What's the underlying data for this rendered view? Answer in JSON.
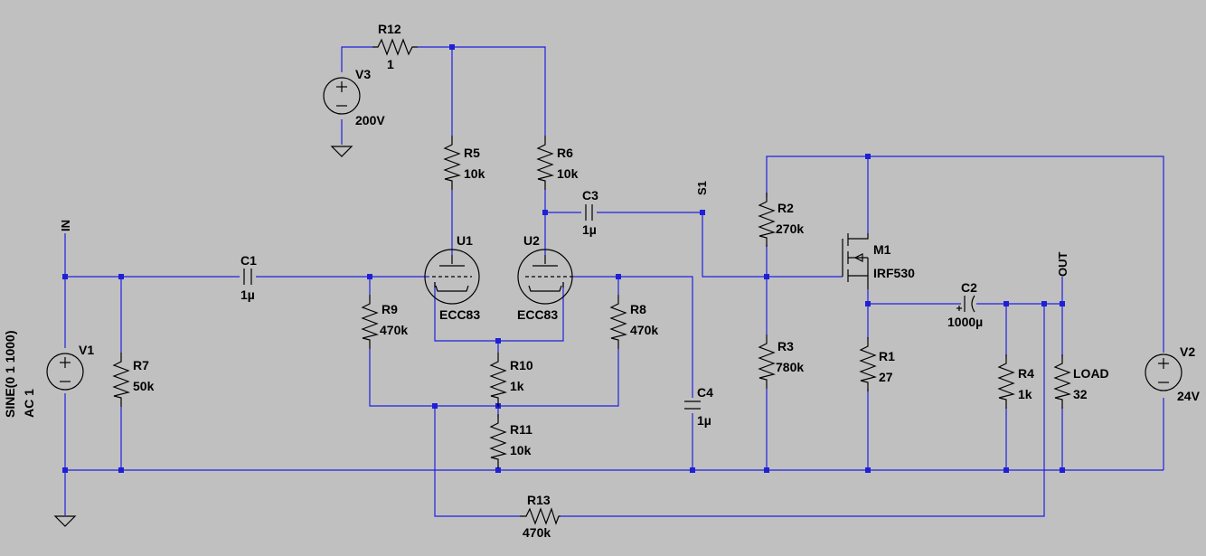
{
  "schematic": {
    "colors": {
      "background": "#c0c0c0",
      "wire": "#2020e0",
      "component": "#000000",
      "junction": "#1f1fd8"
    },
    "components": {
      "R12": {
        "name": "R12",
        "value": "1"
      },
      "V3": {
        "name": "V3",
        "value": "200V"
      },
      "R5": {
        "name": "R5",
        "value": "10k"
      },
      "R6": {
        "name": "R6",
        "value": "10k"
      },
      "C3": {
        "name": "C3",
        "value": "1µ"
      },
      "U1": {
        "name": "U1",
        "value": "ECC83"
      },
      "U2": {
        "name": "U2",
        "value": "ECC83"
      },
      "C1": {
        "name": "C1",
        "value": "1µ"
      },
      "R9": {
        "name": "R9",
        "value": "470k"
      },
      "R8": {
        "name": "R8",
        "value": "470k"
      },
      "R10": {
        "name": "R10",
        "value": "1k"
      },
      "R11": {
        "name": "R11",
        "value": "10k"
      },
      "C4": {
        "name": "C4",
        "value": "1µ"
      },
      "V1": {
        "name": "V1",
        "spec1": "SINE(0 1 1000)",
        "spec2": "AC 1"
      },
      "R7": {
        "name": "R7",
        "value": "50k"
      },
      "R2": {
        "name": "R2",
        "value": "270k"
      },
      "R3": {
        "name": "R3",
        "value": "780k"
      },
      "M1": {
        "name": "M1",
        "value": "IRF530"
      },
      "R1": {
        "name": "R1",
        "value": "27"
      },
      "C2": {
        "name": "C2",
        "value": "1000µ"
      },
      "R4": {
        "name": "R4",
        "value": "1k"
      },
      "LOAD": {
        "name": "LOAD",
        "value": "32"
      },
      "V2": {
        "name": "V2",
        "value": "24V"
      },
      "R13": {
        "name": "R13",
        "value": "470k"
      }
    },
    "net_labels": {
      "in": "IN",
      "s1": "S1",
      "out": "OUT"
    }
  }
}
